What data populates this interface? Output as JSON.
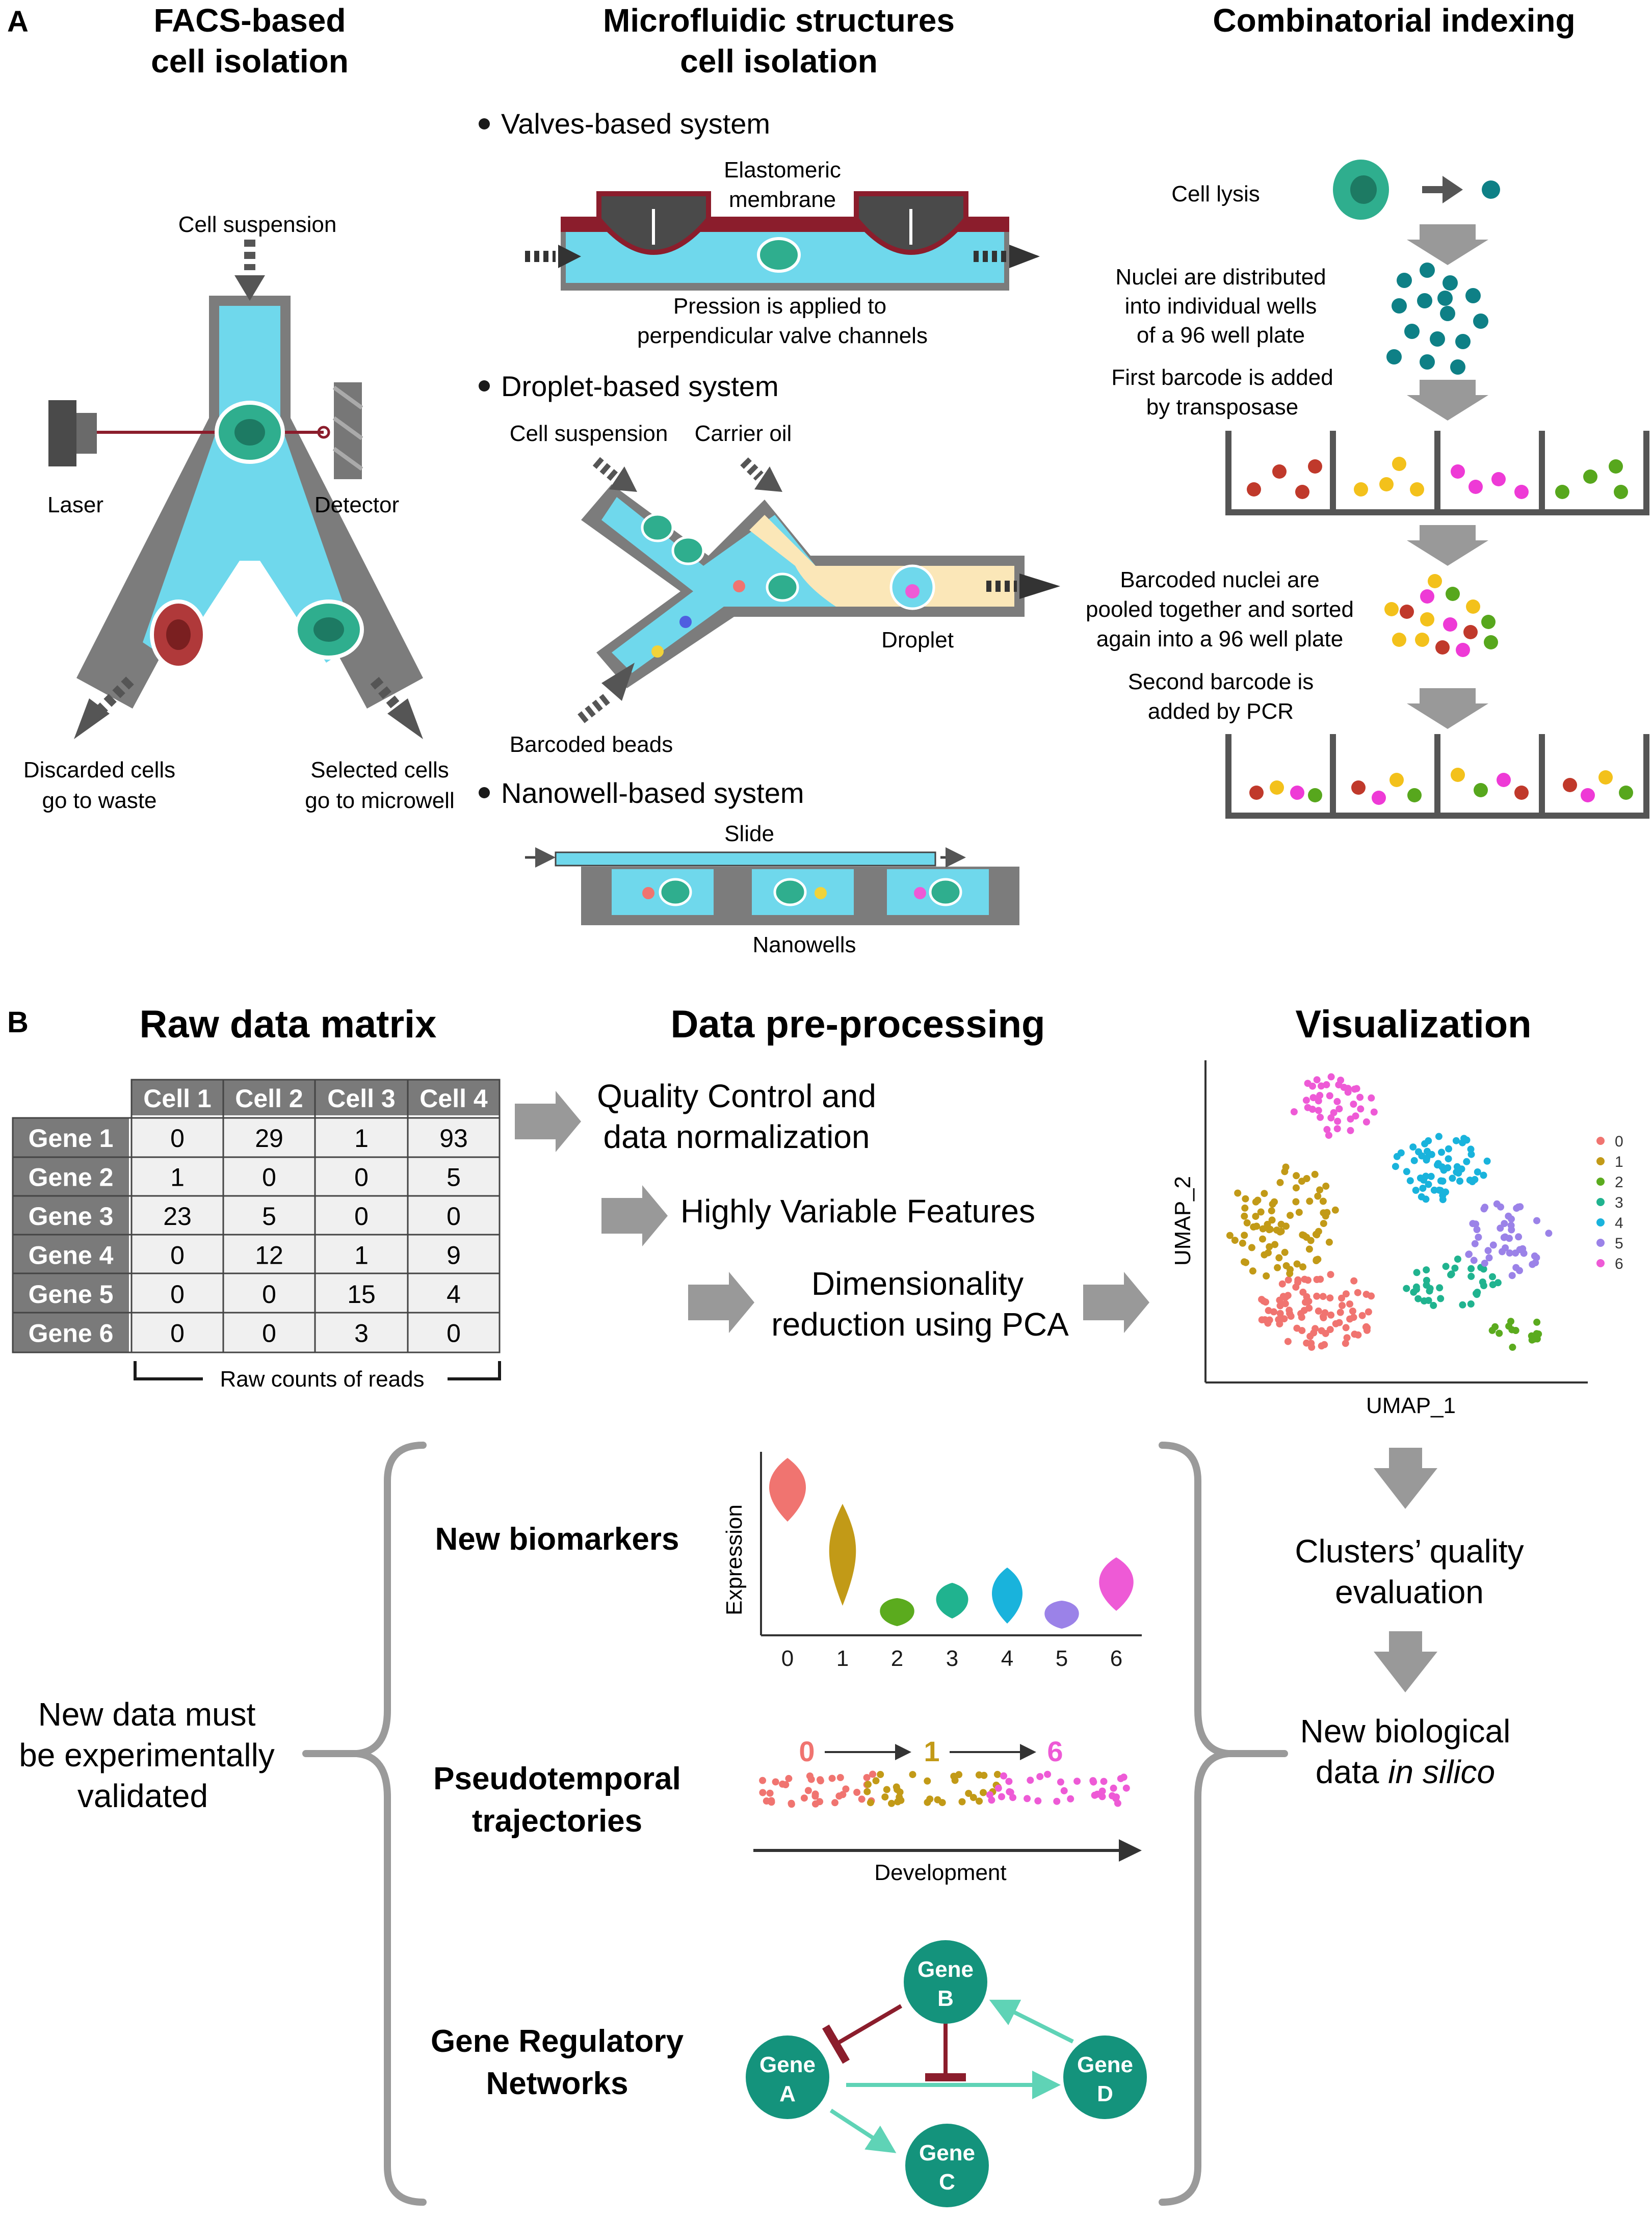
{
  "panel_a": {
    "label": "A",
    "facs": {
      "title_1": "FACS-based",
      "title_2": "cell isolation",
      "cell_suspension": "Cell suspension",
      "laser": "Laser",
      "detector": "Detector",
      "discarded_1": "Discarded cells",
      "discarded_2": "go to waste",
      "selected_1": "Selected cells",
      "selected_2": "go to microwell"
    },
    "microfluidic": {
      "title_1": "Microfluidic structures",
      "title_2": "cell isolation",
      "valves_title": "Valves-based system",
      "membrane_1": "Elastomeric",
      "membrane_2": "membrane",
      "pression_1": "Pression is applied to",
      "pression_2": "perpendicular valve channels",
      "droplet_title": "Droplet-based system",
      "cell_suspension": "Cell suspension",
      "carrier_oil": "Carrier oil",
      "droplet": "Droplet",
      "barcoded_beads": "Barcoded beads",
      "nanowell_title": "Nanowell-based system",
      "slide": "Slide",
      "nanowells": "Nanowells"
    },
    "combinatorial": {
      "title": "Combinatorial indexing",
      "cell_lysis": "Cell lysis",
      "step1_1": "Nuclei are distributed",
      "step1_2": "into individual wells",
      "step1_3": "of a 96 well plate",
      "step2_1": "First barcode is added",
      "step2_2": "by transposase",
      "step3_1": "Barcoded nuclei are",
      "step3_2": "pooled together and sorted",
      "step3_3": "again into a 96 well plate",
      "step4_1": "Second barcode is",
      "step4_2": "added by PCR"
    }
  },
  "panel_b": {
    "label": "B",
    "raw_title": "Raw data matrix",
    "pre_title": "Data pre-processing",
    "vis_title": "Visualization",
    "table": {
      "columns": [
        "Cell 1",
        "Cell 2",
        "Cell 3",
        "Cell 4"
      ],
      "rows": [
        {
          "gene": "Gene 1",
          "values": [
            "0",
            "29",
            "1",
            "93"
          ]
        },
        {
          "gene": "Gene 2",
          "values": [
            "1",
            "0",
            "0",
            "5"
          ]
        },
        {
          "gene": "Gene 3",
          "values": [
            "23",
            "5",
            "0",
            "0"
          ]
        },
        {
          "gene": "Gene 4",
          "values": [
            "0",
            "12",
            "1",
            "9"
          ]
        },
        {
          "gene": "Gene 5",
          "values": [
            "0",
            "0",
            "15",
            "4"
          ]
        },
        {
          "gene": "Gene 6",
          "values": [
            "0",
            "0",
            "3",
            "0"
          ]
        }
      ],
      "caption": "Raw counts of reads"
    },
    "steps": {
      "qc_1": "Quality Control and",
      "qc_2": "data normalization",
      "hvf": "Highly Variable Features",
      "dim_1": "Dimensionality",
      "dim_2": "reduction using PCA"
    },
    "umap": {
      "xlabel": "UMAP_1",
      "ylabel": "UMAP_2",
      "legend": [
        "0",
        "1",
        "2",
        "3",
        "4",
        "5",
        "6"
      ],
      "colors": [
        "#f07470",
        "#c29a17",
        "#5bab1e",
        "#20b38f",
        "#19b3dc",
        "#9b82e8",
        "#ee5ad6"
      ]
    },
    "right": {
      "clusters_1": "Clusters’ quality",
      "clusters_2": "evaluation",
      "new_bio_1": "New biological",
      "new_bio_2a": "data ",
      "new_bio_2b": "in silico"
    },
    "left": {
      "validated_1": "New data must",
      "validated_2": "be experimentally",
      "validated_3": "validated"
    },
    "biomarkers": {
      "title": "New biomarkers",
      "ylabel": "Expression",
      "categories": [
        "0",
        "1",
        "2",
        "3",
        "4",
        "5",
        "6"
      ]
    },
    "pseudo": {
      "title_1": "Pseudotemporal",
      "title_2": "trajectories",
      "stages": [
        "0",
        "1",
        "6"
      ],
      "xlabel": "Development"
    },
    "grn": {
      "title_1": "Gene Regulatory",
      "title_2": "Networks",
      "nodes": [
        {
          "l1": "Gene",
          "l2": "A"
        },
        {
          "l1": "Gene",
          "l2": "B"
        },
        {
          "l1": "Gene",
          "l2": "C"
        },
        {
          "l1": "Gene",
          "l2": "D"
        }
      ]
    }
  }
}
